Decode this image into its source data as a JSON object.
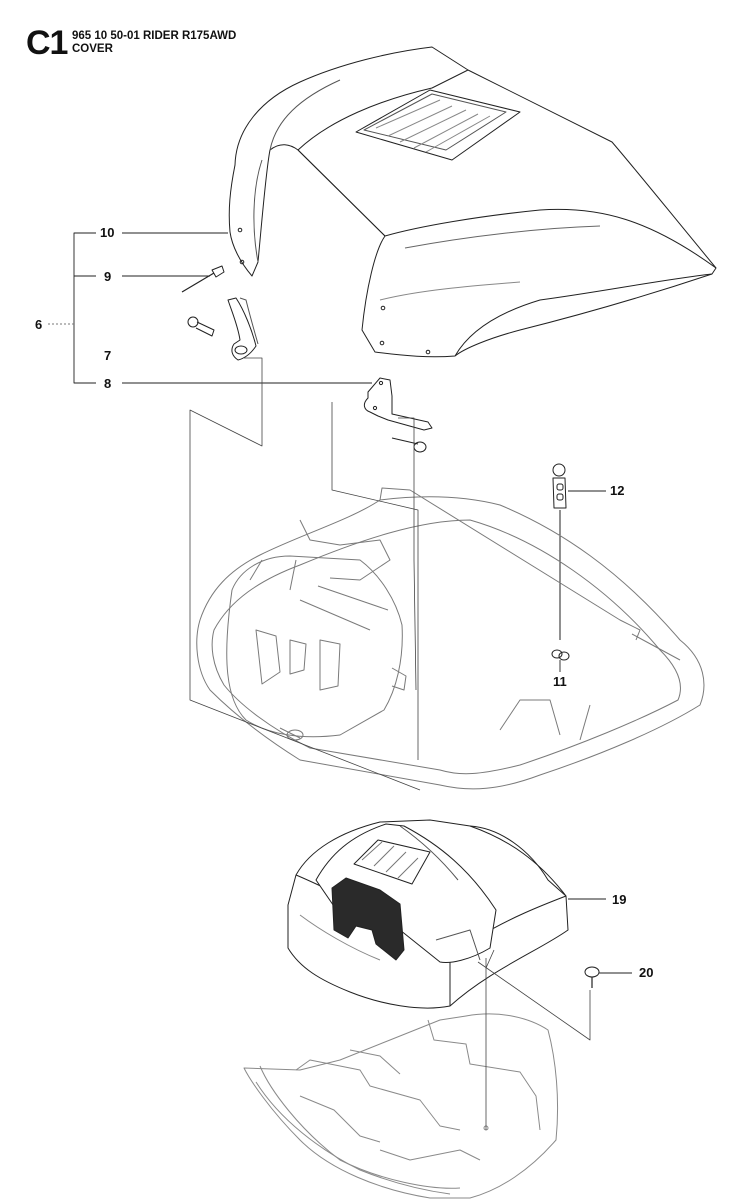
{
  "header": {
    "section_code": "C1",
    "model_line": "965 10 50-01 RIDER R175AWD",
    "assembly_name": "COVER"
  },
  "callouts": {
    "c6": "6",
    "c7": "7",
    "c8": "8",
    "c9": "9",
    "c10": "10",
    "c11": "11",
    "c12": "12",
    "c19": "19",
    "c20": "20"
  },
  "colors": {
    "line": "#222222",
    "faint": "#9a9a9a",
    "fill": "#ffffff"
  }
}
